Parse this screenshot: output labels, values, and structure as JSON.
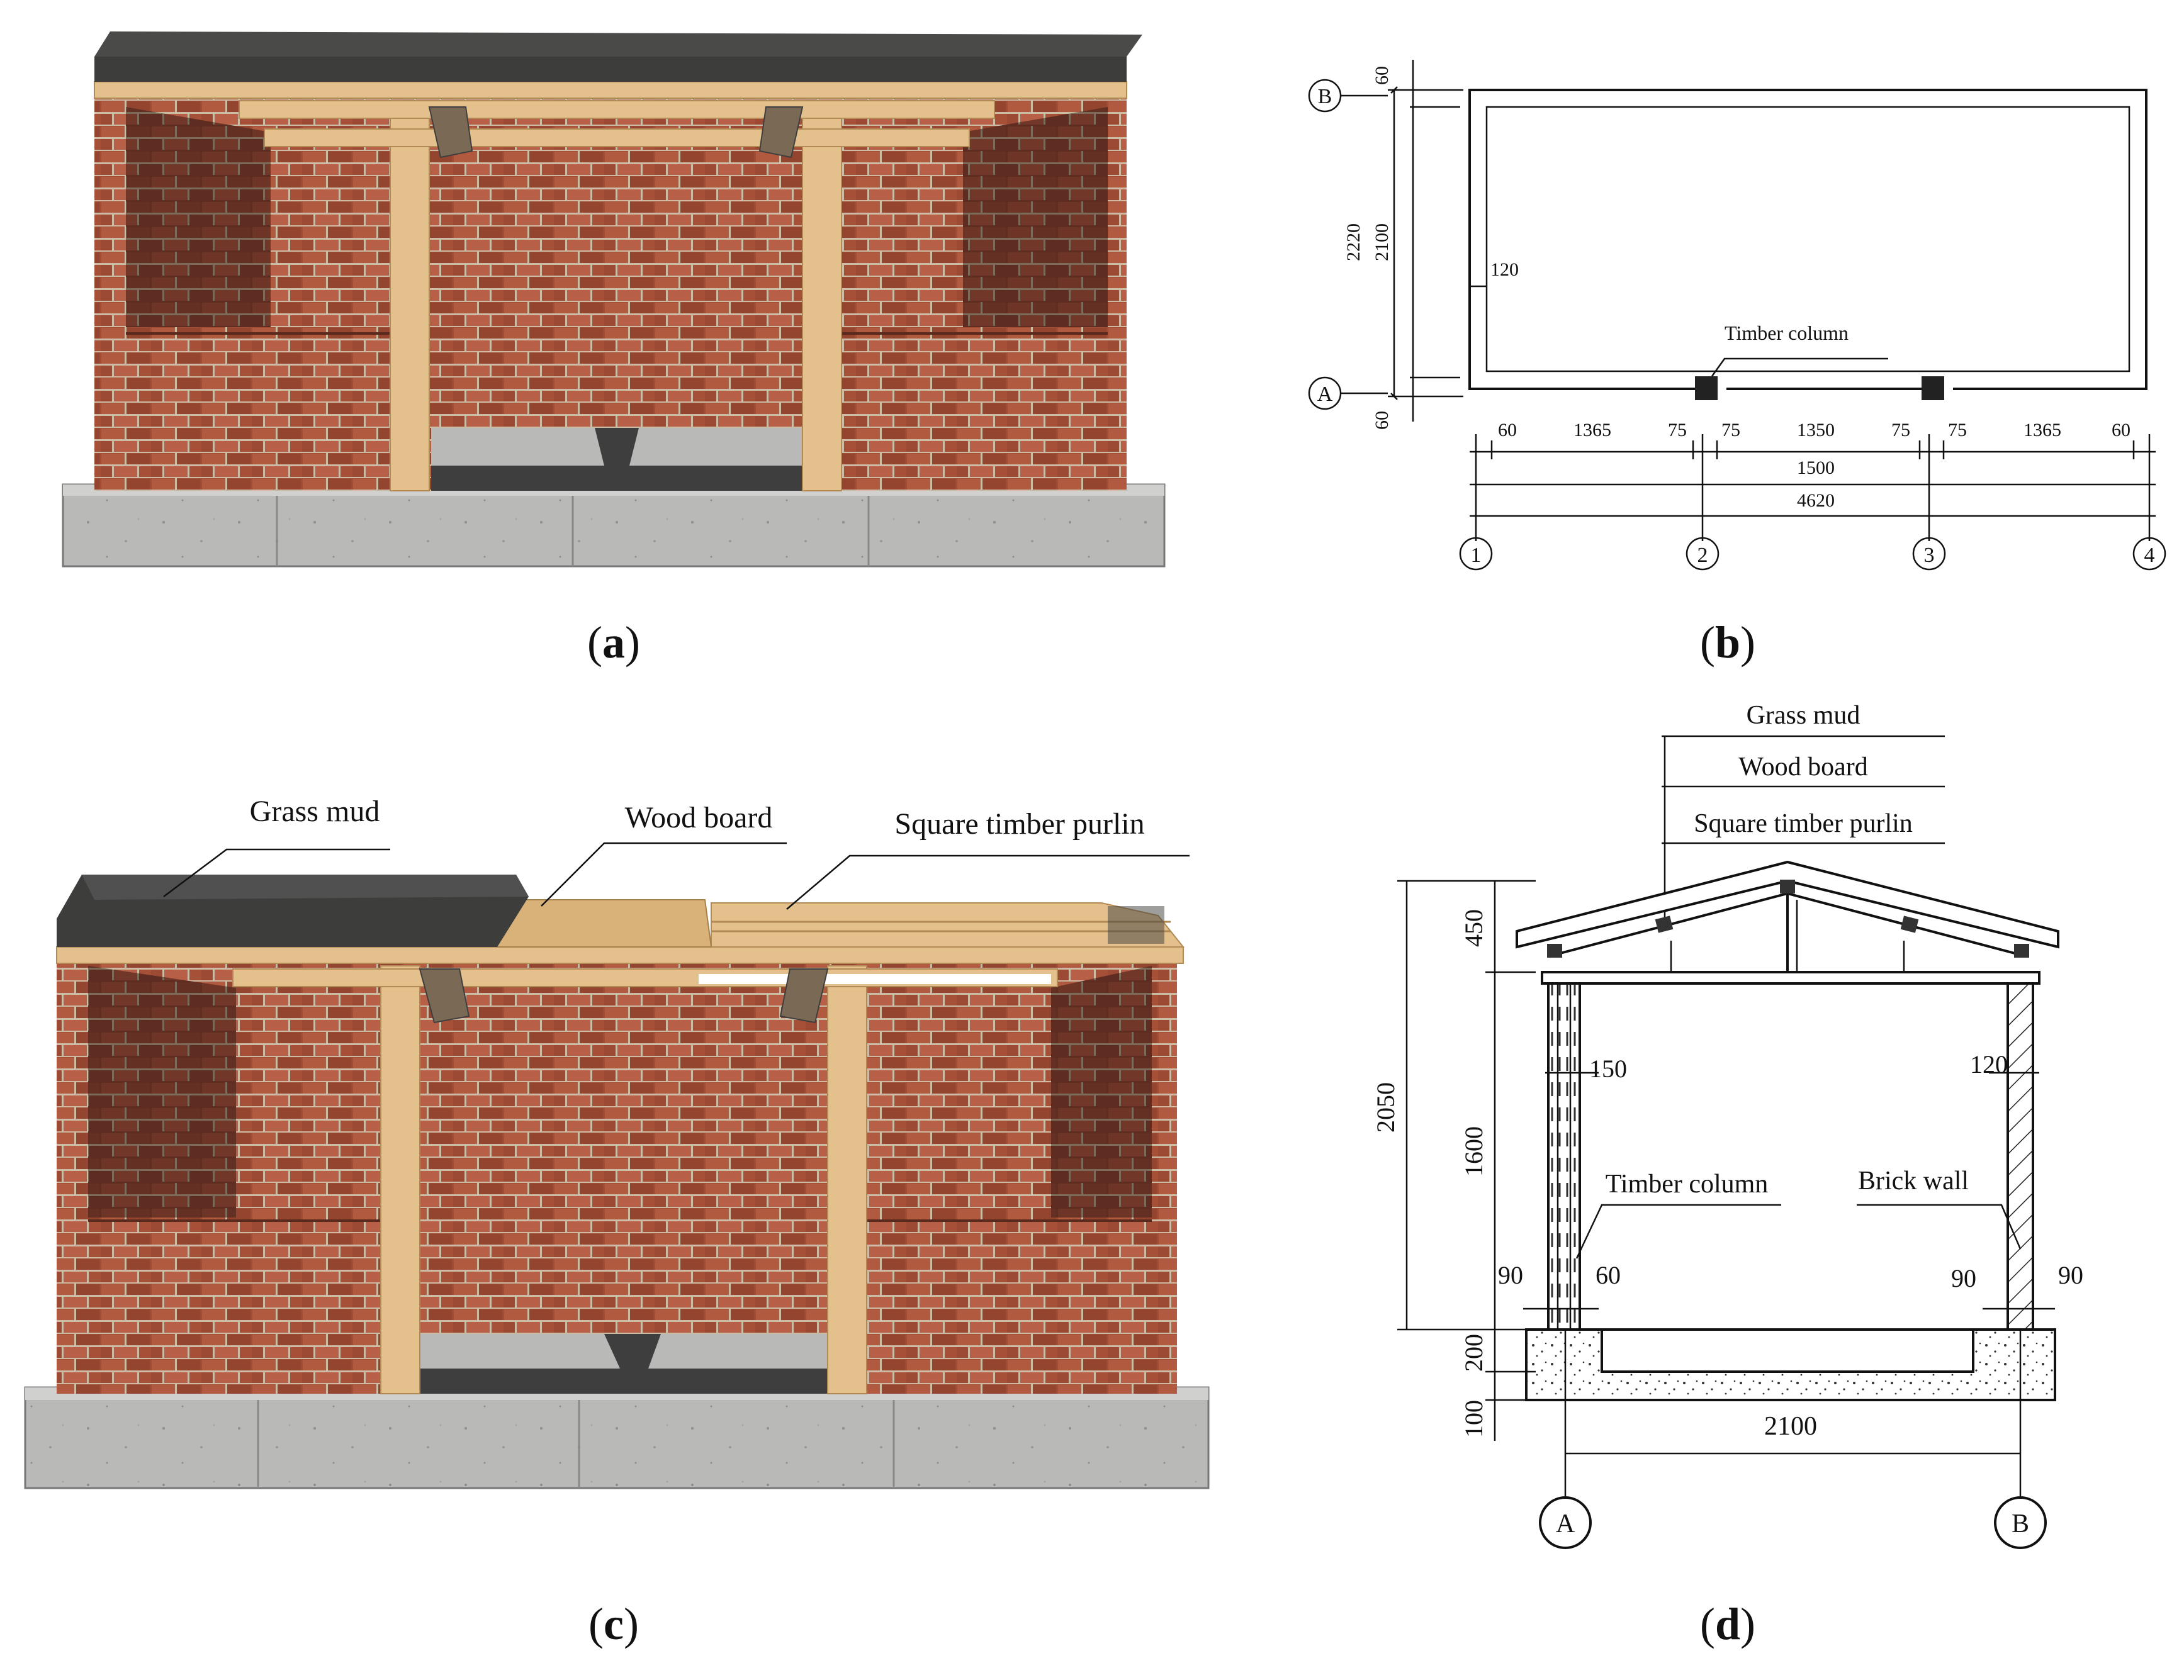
{
  "panels": {
    "a": {
      "caption": "a"
    },
    "b": {
      "caption": "b",
      "axes": {
        "row_top": "B",
        "row_bottom": "A",
        "cols": [
          "1",
          "2",
          "3",
          "4"
        ]
      },
      "dims": {
        "top_60": "60",
        "mid_2100": "2100",
        "bot_60": "60",
        "total_2220": "2220",
        "wall_120": "120",
        "seg": [
          "60",
          "1365",
          "75",
          "75",
          "1350",
          "75",
          "75",
          "1365",
          "60"
        ],
        "bay_1500": "1500",
        "total_4620": "4620"
      },
      "label_timber_column": "Timber column"
    },
    "c": {
      "caption": "c",
      "label_grass_mud": "Grass mud",
      "label_wood_board": "Wood board",
      "label_purlin": "Square timber purlin"
    },
    "d": {
      "caption": "d",
      "label_grass_mud": "Grass mud",
      "label_wood_board": "Wood board",
      "label_purlin": "Square timber purlin",
      "label_timber_column": "Timber column",
      "label_brick_wall": "Brick wall",
      "dims": {
        "h_2050": "2050",
        "h_450": "450",
        "h_1600": "1600",
        "h_200": "200",
        "h_100": "100",
        "w_150": "150",
        "w_120": "120",
        "w_90a": "90",
        "w_60": "60",
        "w_90b": "90",
        "w_90c": "90",
        "span_2100": "2100"
      },
      "axes": {
        "left": "A",
        "right": "B"
      }
    }
  },
  "colors": {
    "brick": "#a4513a",
    "brick_dark": "#6e3326",
    "mortar": "#c9b8a0",
    "timber": "#e3c08c",
    "timber_dark": "#c79d60",
    "roof": "#3d3d3b",
    "concrete": "#b7b8b5",
    "concrete_dark": "#8f908d"
  }
}
